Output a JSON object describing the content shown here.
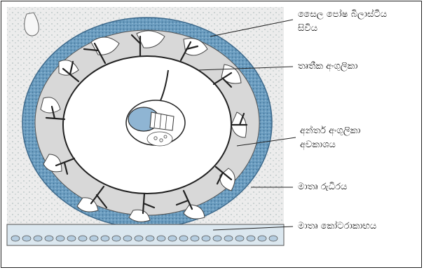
{
  "labels": {
    "cytotrophoblast_line1": "සෛල පෝෂ බිලාස්ටීය",
    "cytotrophoblast_line2": "සිවිය",
    "chorionic_villi": "තෘතීක අංගුලිකා",
    "intervillous_line1": "අන්තර් අංගුලිකා",
    "intervillous_line2": "අවකාශය",
    "maternal_blood": "මාතෘ රුධිරය",
    "maternal_tissue": "මාතෘ කෝටරාකාභය"
  },
  "colors": {
    "trophoblast_blue": "#5f93b8",
    "trophoblast_light": "#a9c7dd",
    "villus_dark": "#2b2b2b",
    "maternal_tissue": "#e4e4e4",
    "cavity": "#ffffff"
  }
}
